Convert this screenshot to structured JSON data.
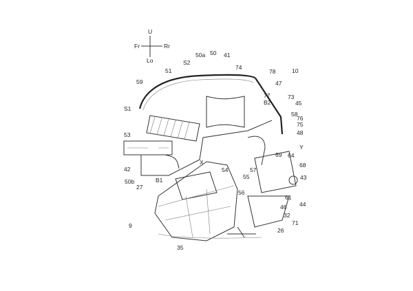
{
  "figure": {
    "direction_indicator": {
      "up": "U",
      "down": "Lo",
      "front": "Fr",
      "rear": "Rr"
    },
    "labels": [
      "50a",
      "50",
      "41",
      "S2",
      "74",
      "78",
      "10",
      "51",
      "59",
      "47",
      "77",
      "73",
      "B2",
      "45",
      "S1",
      "58",
      "76",
      "75",
      "48",
      "53",
      "Y",
      "69",
      "64",
      "68",
      "42",
      "X",
      "54",
      "57",
      "55",
      "43",
      "50b",
      "B1",
      "27",
      "56",
      "61",
      "44",
      "46",
      "32",
      "9",
      "71",
      "26",
      "35"
    ]
  }
}
